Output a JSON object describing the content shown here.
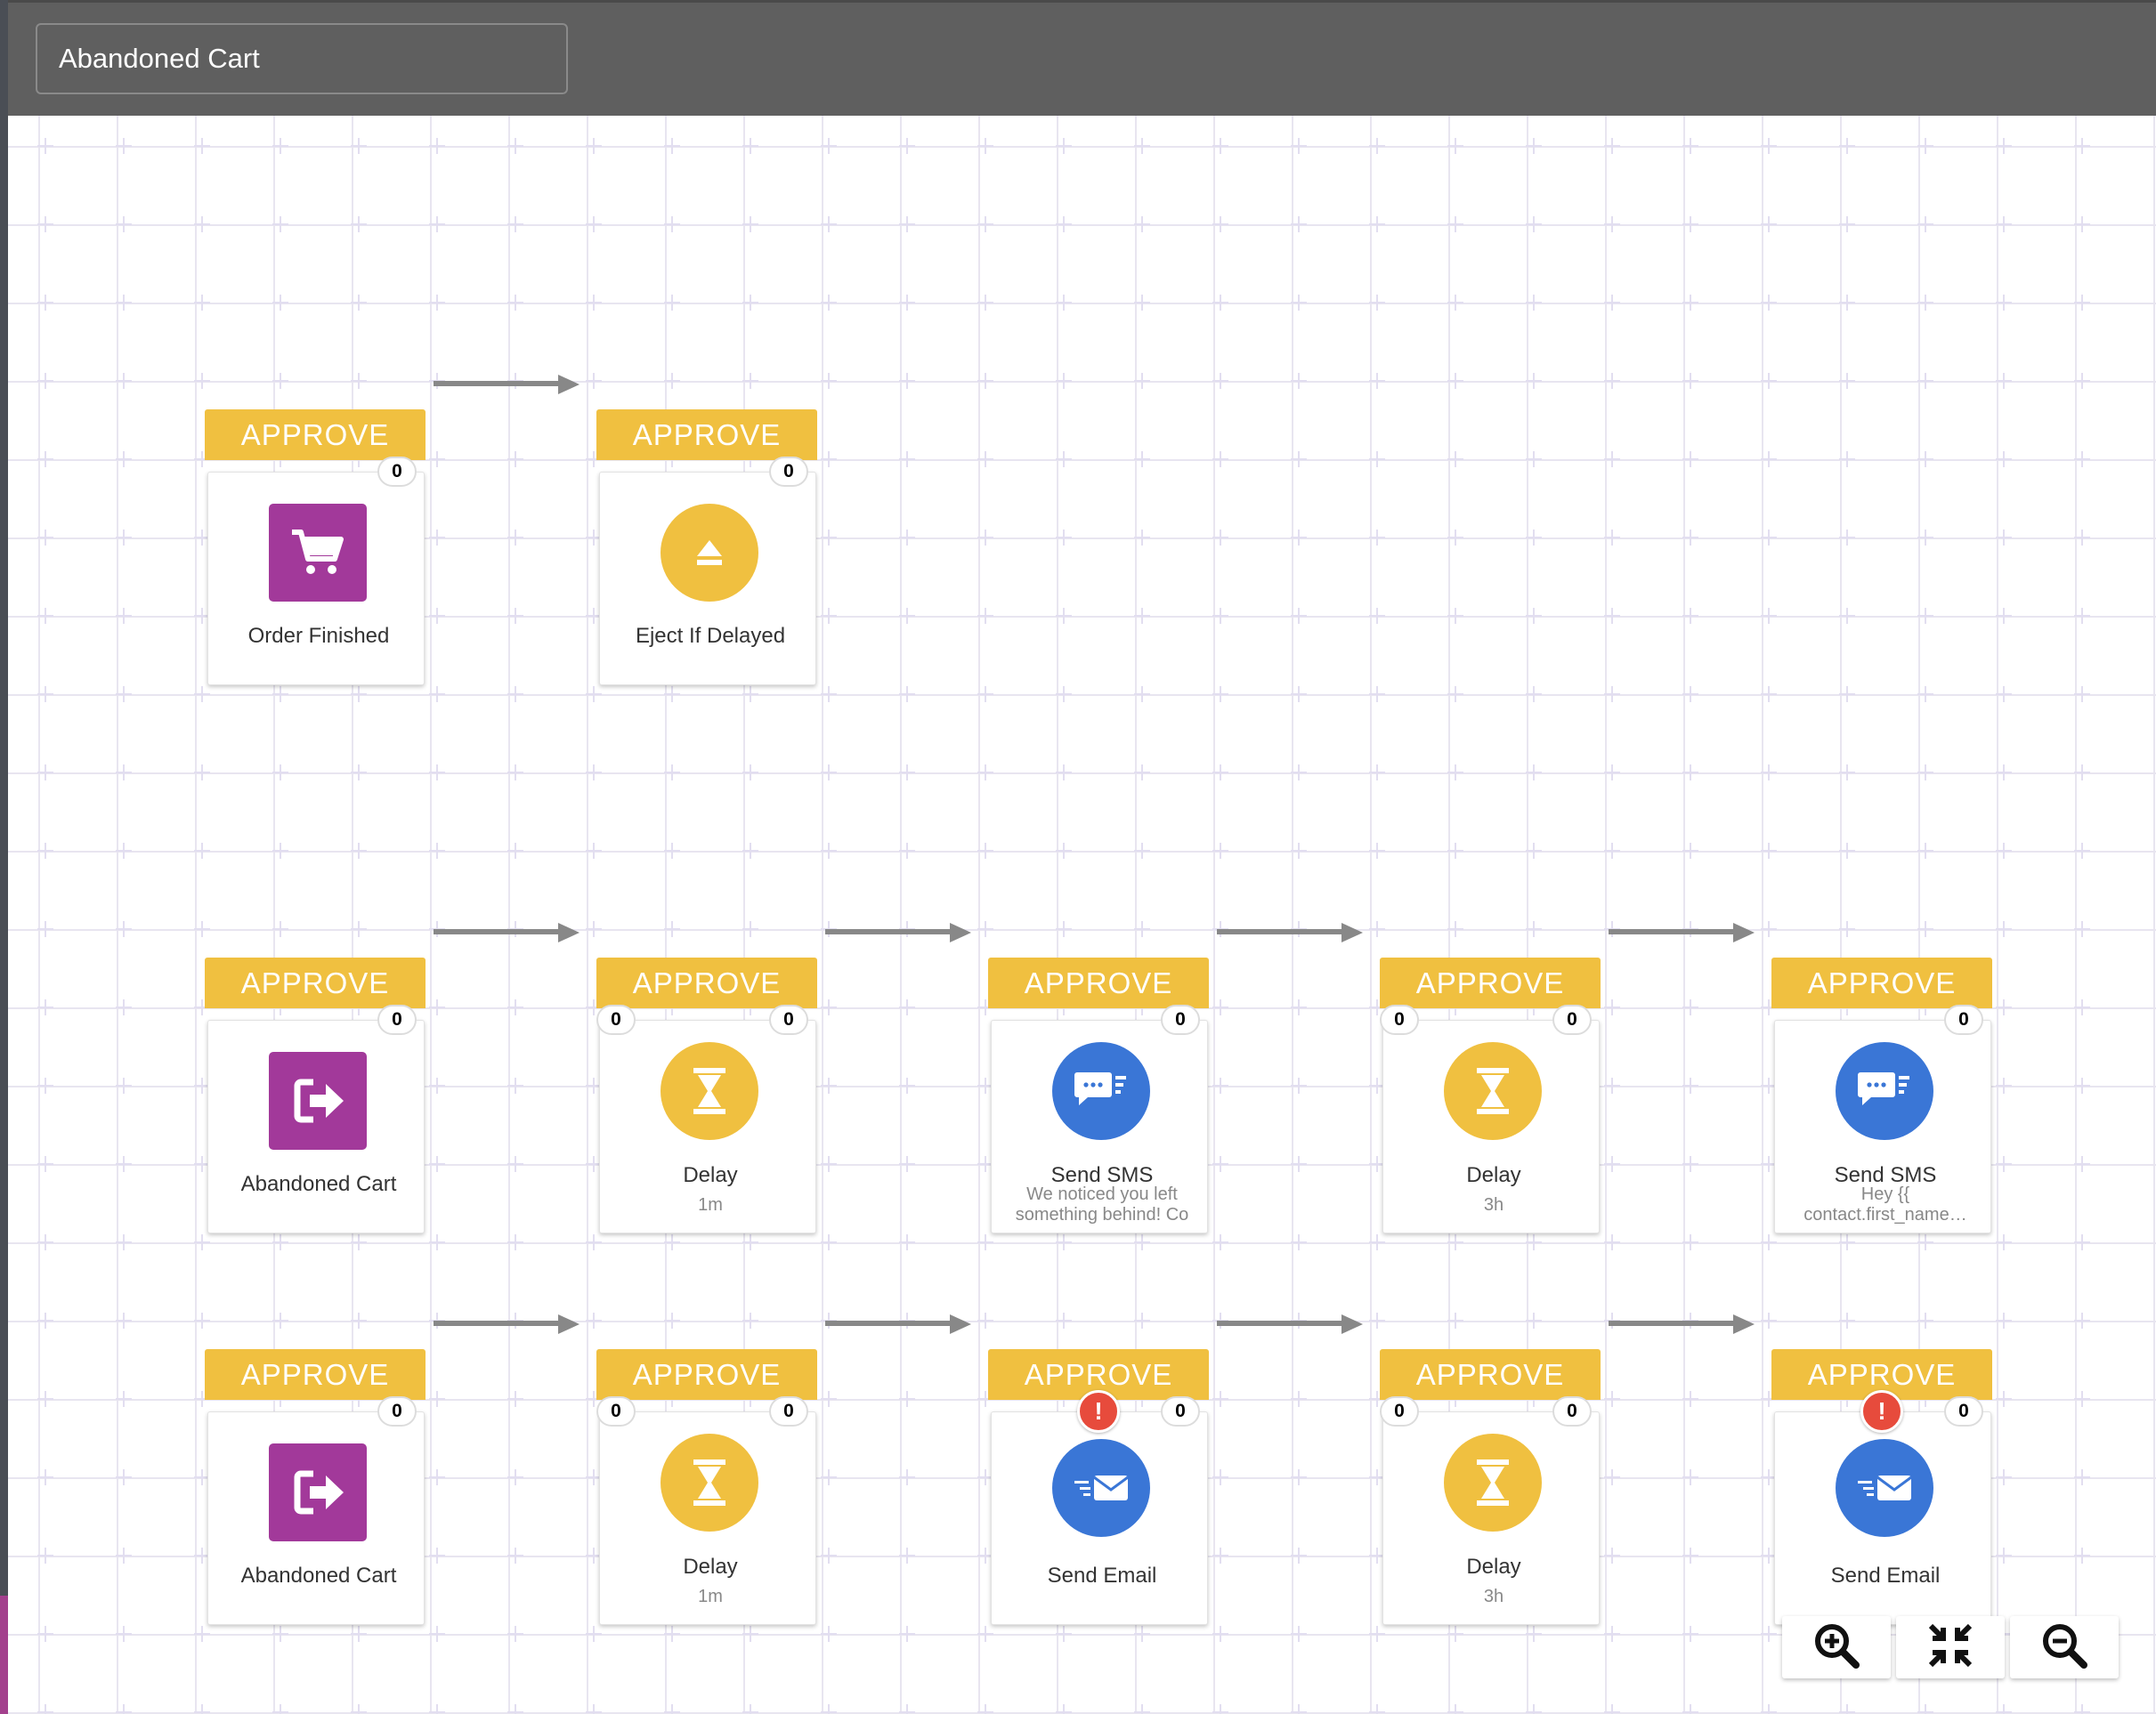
{
  "header": {
    "workflow_name": "Abandoned Cart"
  },
  "colors": {
    "approve": "#f0c040",
    "trigger_purple": "#a2399a",
    "action_blue": "#3a76d6",
    "delay_yellow": "#f0c040",
    "warning_red": "#e74b3c",
    "arrow_gray": "#888888",
    "topbar": "#5f5f5f"
  },
  "rows": [
    {
      "nodes": [
        {
          "approve": "APPROVE",
          "right_count": "0",
          "icon": "shopping-cart-icon",
          "label": "Order Finished"
        },
        {
          "approve": "APPROVE",
          "right_count": "0",
          "icon": "eject-icon",
          "label": "Eject If Delayed"
        }
      ]
    },
    {
      "nodes": [
        {
          "approve": "APPROVE",
          "right_count": "0",
          "icon": "exit-arrow-icon",
          "label": "Abandoned Cart"
        },
        {
          "approve": "APPROVE",
          "left_count": "0",
          "right_count": "0",
          "icon": "hourglass-icon",
          "label": "Delay",
          "sub": "1m"
        },
        {
          "approve": "APPROVE",
          "right_count": "0",
          "icon": "sms-icon",
          "label": "Send SMS",
          "sub": "We noticed you left something behind! Co"
        },
        {
          "approve": "APPROVE",
          "left_count": "0",
          "right_count": "0",
          "icon": "hourglass-icon",
          "label": "Delay",
          "sub": "3h"
        },
        {
          "approve": "APPROVE",
          "right_count": "0",
          "icon": "sms-icon",
          "label": "Send SMS",
          "sub": "Hey {{ contact.first_name…"
        }
      ]
    },
    {
      "nodes": [
        {
          "approve": "APPROVE",
          "right_count": "0",
          "icon": "exit-arrow-icon",
          "label": "Abandoned Cart"
        },
        {
          "approve": "APPROVE",
          "left_count": "0",
          "right_count": "0",
          "icon": "hourglass-icon",
          "label": "Delay",
          "sub": "1m"
        },
        {
          "approve": "APPROVE",
          "right_count": "0",
          "warning": "!",
          "icon": "email-icon",
          "label": "Send Email"
        },
        {
          "approve": "APPROVE",
          "left_count": "0",
          "right_count": "0",
          "icon": "hourglass-icon",
          "label": "Delay",
          "sub": "3h"
        },
        {
          "approve": "APPROVE",
          "right_count": "0",
          "warning": "!",
          "icon": "email-icon",
          "label": "Send Email"
        }
      ]
    }
  ],
  "zoom_controls": {
    "zoom_in_icon": "zoom-in-icon",
    "fit_icon": "fit-screen-icon",
    "zoom_out_icon": "zoom-out-icon"
  }
}
